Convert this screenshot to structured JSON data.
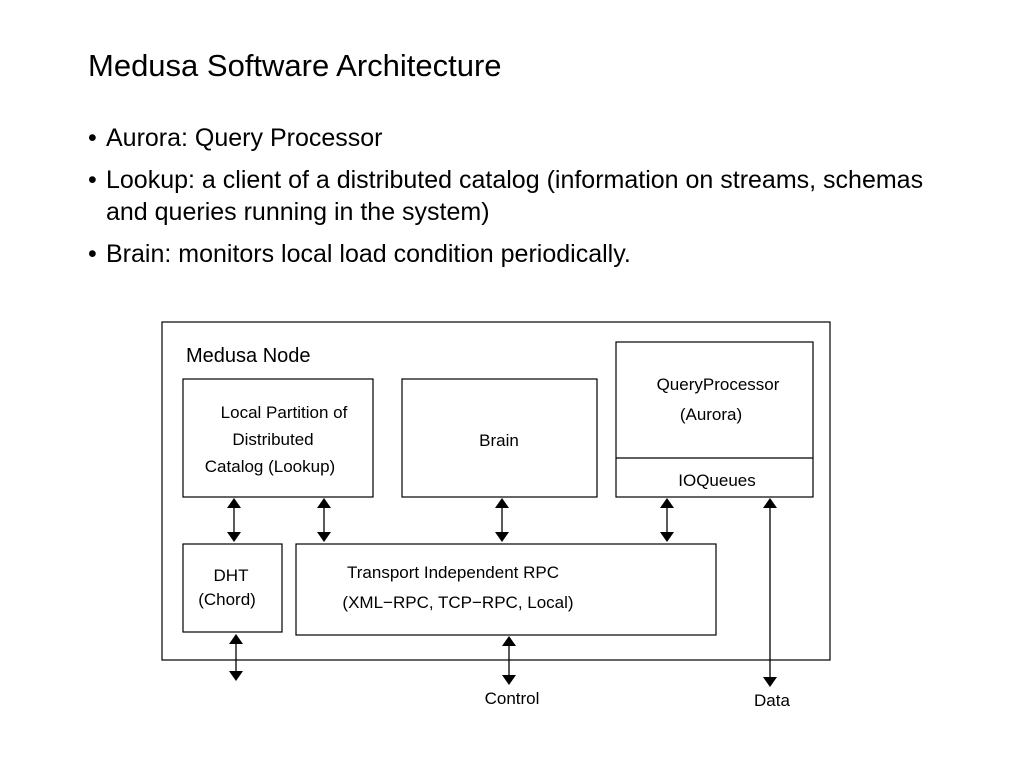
{
  "slide": {
    "title": "Medusa Software Architecture",
    "bullets": [
      "Aurora: Query Processor",
      "Lookup: a client of a distributed catalog (information on streams, schemas and queries running in the system)",
      "Brain: monitors local load condition periodically."
    ]
  },
  "diagram": {
    "node_label": "Medusa Node",
    "lookup_box": {
      "line1": "Local Partition of",
      "line2": "Distributed",
      "line3": "Catalog (Lookup)"
    },
    "brain_box": {
      "label": "Brain"
    },
    "query_processor_box": {
      "line1": "QueryProcessor",
      "line2": "(Aurora)",
      "ioqueues": "IOQueues"
    },
    "dht_box": {
      "line1": "DHT",
      "line2": "(Chord)"
    },
    "rpc_box": {
      "line1": "Transport Independent RPC",
      "line2": "(XML−RPC, TCP−RPC, Local)"
    },
    "external_labels": {
      "control": "Control",
      "data": "Data"
    },
    "colors": {
      "line": "#000000",
      "background": "#ffffff"
    }
  }
}
